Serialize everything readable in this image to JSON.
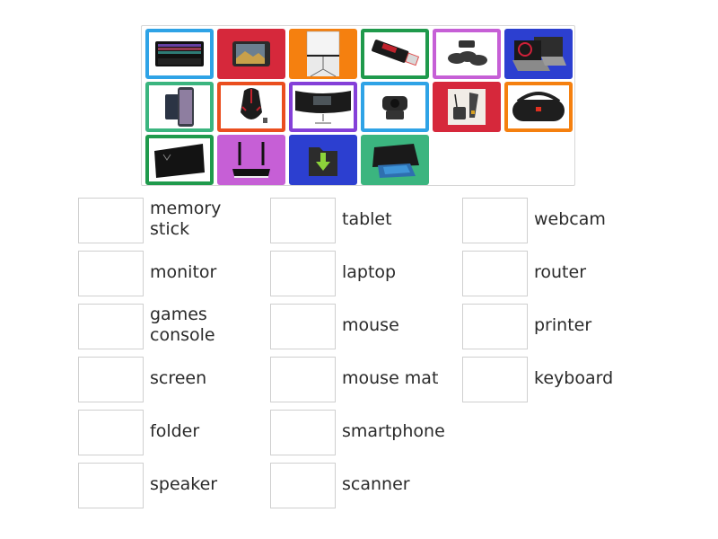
{
  "tiles": [
    {
      "item": "keyboard",
      "icon": "keyboard-image",
      "style": "framed",
      "color": "#2fa3e6"
    },
    {
      "item": "tablet",
      "icon": "tablet-image",
      "style": "filled",
      "color": "#d6283b"
    },
    {
      "item": "screen",
      "icon": "projector-screen-image",
      "style": "filled",
      "color": "#f5800f"
    },
    {
      "item": "memory stick",
      "icon": "memory-stick-image",
      "style": "framed",
      "color": "#1f9a4c"
    },
    {
      "item": "games console",
      "icon": "games-console-image",
      "style": "framed",
      "color": "#c65fd6"
    },
    {
      "item": "laptop",
      "icon": "laptop-image",
      "style": "filled",
      "color": "#2c3fd0"
    },
    {
      "item": "smartphone",
      "icon": "smartphone-image",
      "style": "framed",
      "color": "#3bb57f"
    },
    {
      "item": "mouse",
      "icon": "mouse-image",
      "style": "framed",
      "color": "#ea4e1f"
    },
    {
      "item": "monitor",
      "icon": "monitor-image",
      "style": "framed",
      "color": "#8440d8"
    },
    {
      "item": "webcam",
      "icon": "webcam-image",
      "style": "framed",
      "color": "#2fa3e6"
    },
    {
      "item": "scanner",
      "icon": "scanner-image",
      "style": "filled",
      "color": "#d6283b"
    },
    {
      "item": "speaker",
      "icon": "speaker-image",
      "style": "framed",
      "color": "#f5800f"
    },
    {
      "item": "mouse mat",
      "icon": "mouse-mat-image",
      "style": "framed",
      "color": "#1f9a4c"
    },
    {
      "item": "router",
      "icon": "router-image",
      "style": "filled",
      "color": "#c65fd6"
    },
    {
      "item": "folder",
      "icon": "folder-image",
      "style": "filled",
      "color": "#2c3fd0"
    },
    {
      "item": "printer",
      "icon": "printer-image",
      "style": "filled",
      "color": "#3bb57f"
    }
  ],
  "targets": {
    "col1": [
      "memory\nstick",
      "monitor",
      "games\nconsole",
      "screen",
      "folder",
      "speaker"
    ],
    "col2": [
      "tablet",
      "laptop",
      "mouse",
      "mouse mat",
      "smartphone",
      "scanner"
    ],
    "col3": [
      "webcam",
      "router",
      "printer",
      "keyboard"
    ]
  }
}
